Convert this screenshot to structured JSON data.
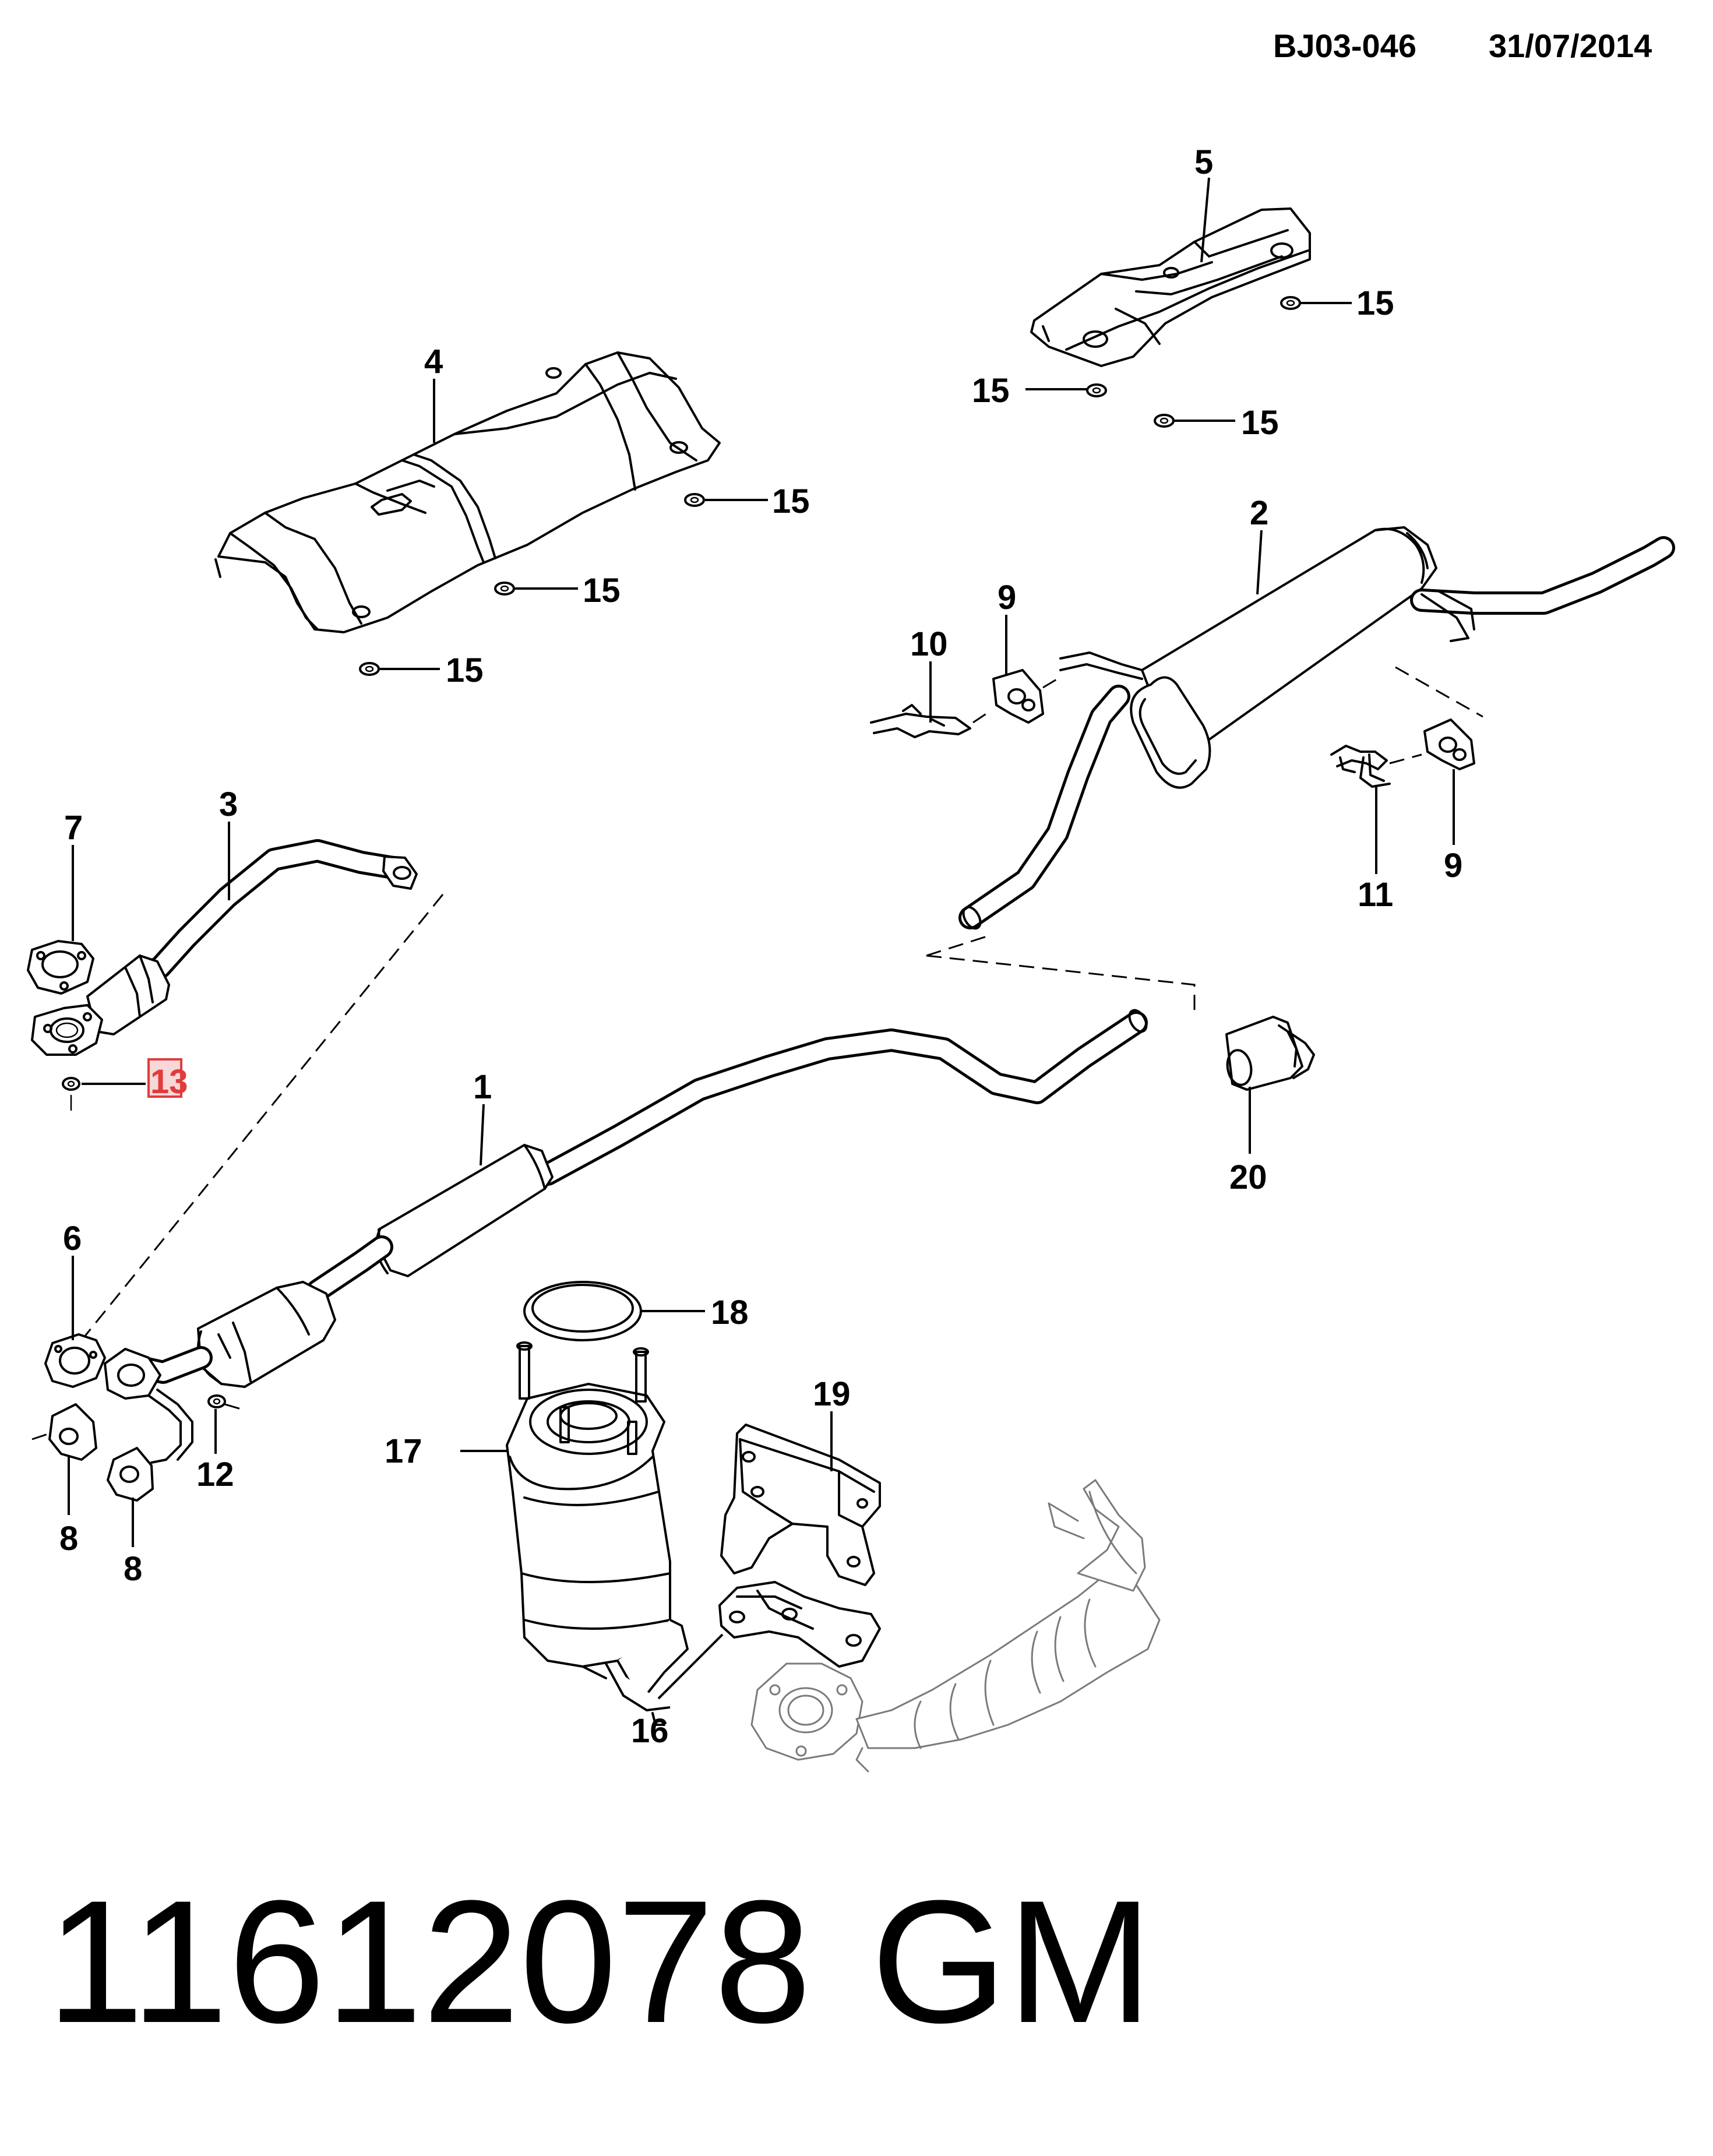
{
  "header": {
    "diagram_code": "BJ03-046",
    "date": "31/07/2014"
  },
  "footer": {
    "part_number": "11612078",
    "brand": "GM"
  },
  "callouts": {
    "c1": "1",
    "c2": "2",
    "c3": "3",
    "c4": "4",
    "c5": "5",
    "c6": "6",
    "c7": "7",
    "c8a": "8",
    "c8b": "8",
    "c9a": "9",
    "c9b": "9",
    "c10": "10",
    "c11": "11",
    "c12": "12",
    "c13": "13",
    "c15a": "15",
    "c15b": "15",
    "c15c": "15",
    "c15d": "15",
    "c15e": "15",
    "c15f": "15",
    "c16": "16",
    "c17": "17",
    "c18": "18",
    "c19": "19",
    "c20": "20"
  },
  "highlight": {
    "callout": "13",
    "color": "#e03c3c"
  }
}
